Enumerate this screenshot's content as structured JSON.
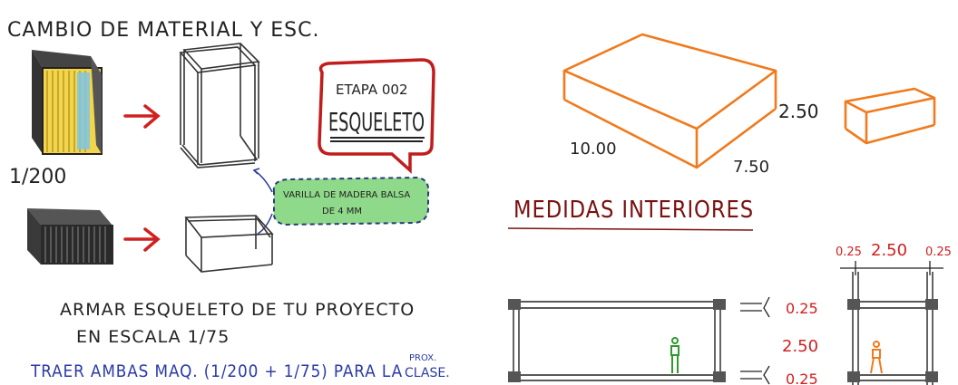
{
  "left": {
    "title": "CAMBIO DE MATERIAL Y ESC.",
    "scale": "1/200",
    "callout": {
      "line1": "ETAPA 002",
      "line2": "ESQUELETO"
    },
    "note": {
      "line1": "VARILLA DE MADERA BALSA",
      "line2": "DE 4 MM"
    },
    "instruction": {
      "line1": "ARMAR ESQUELETO DE TU PROYECTO",
      "line2": "EN ESCALA 1/75"
    },
    "bring": {
      "text": "TRAER AMBAS MAQ. (1/200 + 1/75) PARA LA",
      "clase": "CLASE.",
      "prox": "PROX."
    }
  },
  "right": {
    "dims": {
      "length": "10.00",
      "width": "7.50",
      "height": "2.50"
    },
    "heading": "MEDIDAS INTERIORES",
    "side_dims": {
      "top": "0.25",
      "middle": "2.50",
      "bottom": "0.25"
    },
    "top_dims": {
      "left": "0.25",
      "middle": "2.50",
      "right": "0.25"
    }
  },
  "colors": {
    "orange": "#f07a1c",
    "red": "#d02020",
    "blue": "#2a3aa8",
    "green": "#2e9a2e",
    "darkred": "#7a1010",
    "ink": "#222222"
  }
}
